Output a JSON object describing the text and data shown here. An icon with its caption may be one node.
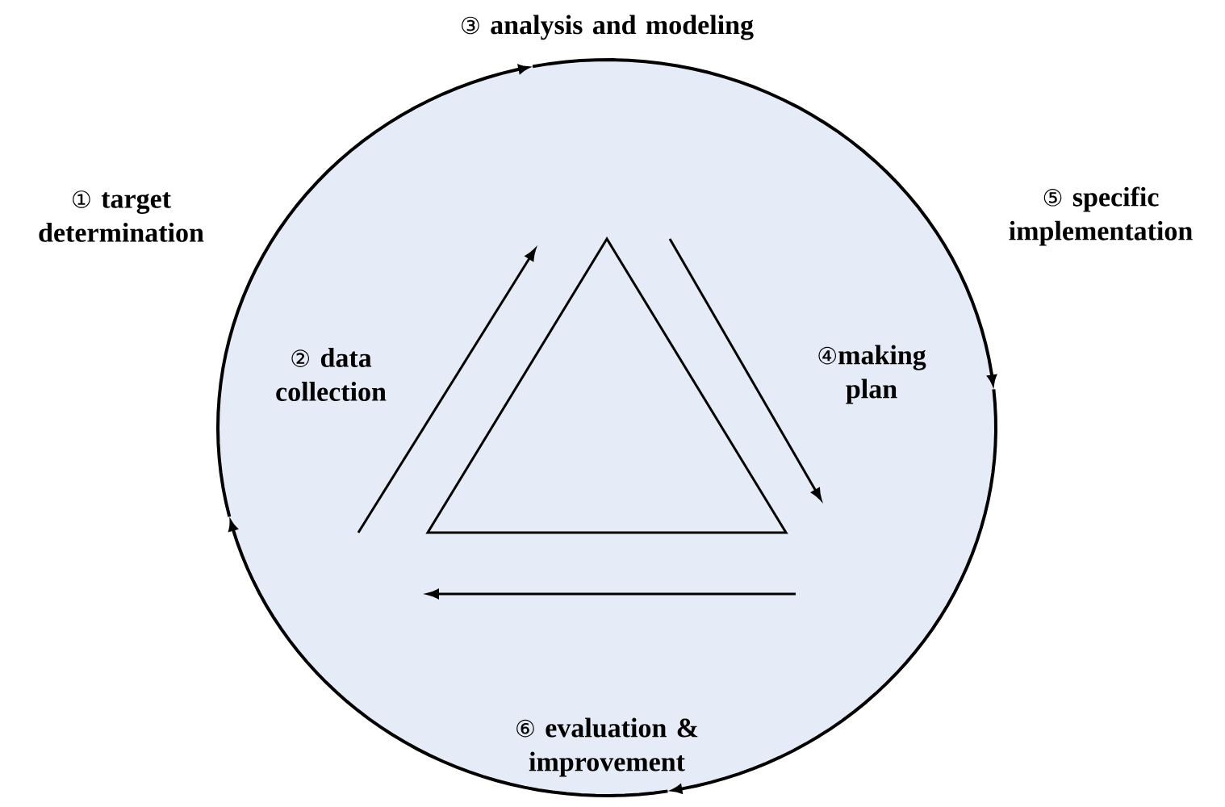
{
  "diagram": {
    "labels": [
      "③ analysis and modeling",
      "① target determination",
      "⑤ specific implementation",
      "② data collection",
      "④making plan",
      "⑥ evaluation & improvement"
    ]
  }
}
